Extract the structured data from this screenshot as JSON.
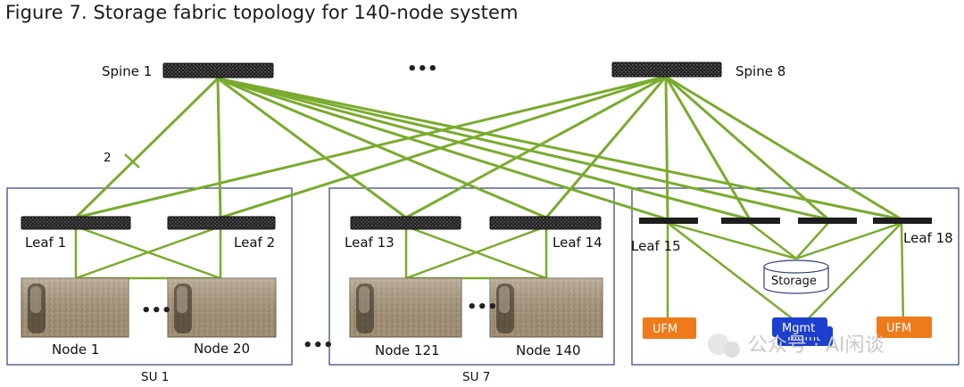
{
  "title": "Figure 7. Storage fabric topology for 140-node system",
  "colors": {
    "link": "#7aab2e",
    "su_border": "#2e3e7a",
    "ufm": "#ef7a1a",
    "mgmt": "#1c3fd0",
    "switch": "#1e1e1e"
  },
  "spines": [
    {
      "label": "Spine 1"
    },
    {
      "label": "Spine 8"
    }
  ],
  "spine_ellipsis": "•••",
  "link_count_label": "2",
  "leaves": [
    {
      "label": "Leaf 1"
    },
    {
      "label": "Leaf 2"
    },
    {
      "label": "Leaf 13"
    },
    {
      "label": "Leaf 14"
    },
    {
      "label": "Leaf 15"
    },
    {
      "label": "Leaf 18"
    }
  ],
  "nodes": [
    {
      "label": "Node 1"
    },
    {
      "label": "Node 20"
    },
    {
      "label": "Node 121"
    },
    {
      "label": "Node 140"
    }
  ],
  "node_ellipsis": "•••",
  "su_ellipsis": "•••",
  "scalable_units": [
    {
      "label": "SU 1"
    },
    {
      "label": "SU 7"
    }
  ],
  "storage": {
    "label": "Storage"
  },
  "ufm": [
    {
      "label": "UFM"
    },
    {
      "label": "UFM"
    }
  ],
  "mgmt": {
    "label": "Mgmt",
    "label_back": "Mgmt"
  },
  "watermark": "公众号 · AI闲谈"
}
